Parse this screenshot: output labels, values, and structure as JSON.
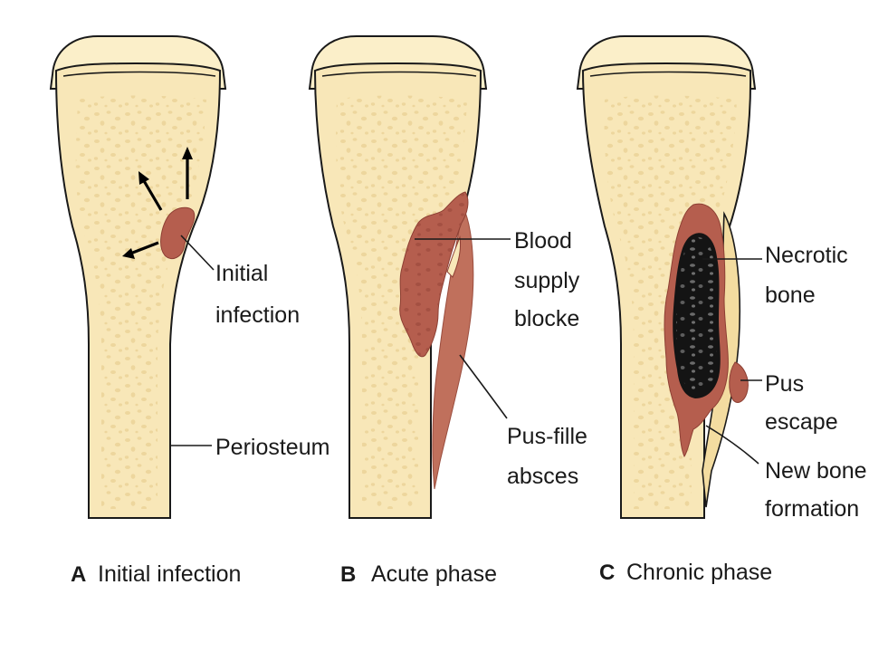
{
  "labels": {
    "initial_infection": [
      "Initial",
      "infection"
    ],
    "periosteum": "Periosteum",
    "blood_supply": [
      "Blood",
      "supply",
      "blocke"
    ],
    "pus_filled": [
      "Pus-fille",
      "absces"
    ],
    "necrotic": [
      "Necrotic",
      "bone"
    ],
    "pus_escape": [
      "Pus",
      "escape"
    ],
    "new_bone": [
      "New bone",
      "formation"
    ]
  },
  "captions": [
    {
      "letter": "A",
      "text": "Initial infection"
    },
    {
      "letter": "B",
      "text": "Acute phase"
    },
    {
      "letter": "C",
      "text": "Chronic phase"
    }
  ],
  "colors": {
    "bone": "#f8e7b8",
    "trabecular": "#ecd49a",
    "infection": "#b55e4e",
    "abscess": "#c0705c",
    "necrotic": "#141414"
  }
}
